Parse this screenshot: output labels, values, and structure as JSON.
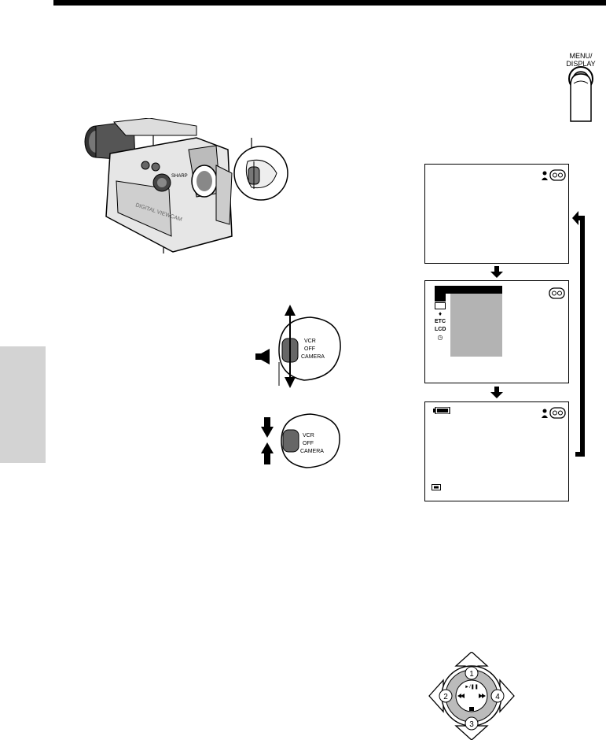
{
  "page": {
    "top_rule": true
  },
  "menu_button": {
    "label": "MENU/\nDISPLAY"
  },
  "mode_switch": {
    "positions": [
      "VCR",
      "OFF",
      "CAMERA"
    ]
  },
  "camcorder": {
    "brand": "SHARP"
  },
  "screens": [
    {
      "name": "screen-normal",
      "shows_cassette_icon": true,
      "shows_person_icon": true
    },
    {
      "name": "screen-menu",
      "menu_icons": [
        "camera-icon",
        "tape-icon",
        "bell-icon",
        "ETC",
        "LCD",
        "clock-icon"
      ]
    },
    {
      "name": "screen-display",
      "shows_battery_icon": true,
      "shows_cassette_icon": true
    }
  ],
  "menu_icons_text": {
    "etc": "ETC",
    "lcd": "LCD"
  },
  "operation_button": {
    "center_label": "►/❚❚",
    "numbers": [
      "1",
      "2",
      "3",
      "4"
    ]
  },
  "colors": {
    "side_tab": "#d3d3d3",
    "menu_panel": "#b3b3b3",
    "rule": "#000000"
  }
}
